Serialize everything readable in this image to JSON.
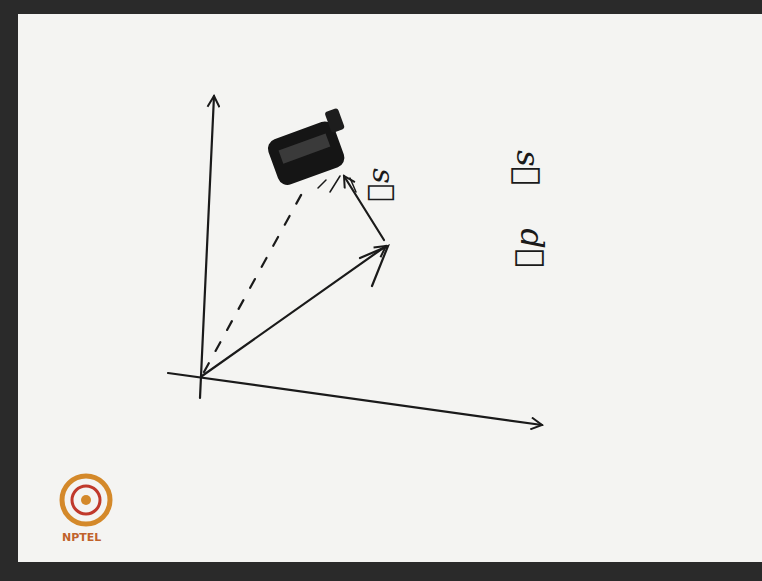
{
  "diagram": {
    "labels": [
      "s⃗",
      "s⃗",
      "d⃗",
      "NPTEL"
    ]
  }
}
